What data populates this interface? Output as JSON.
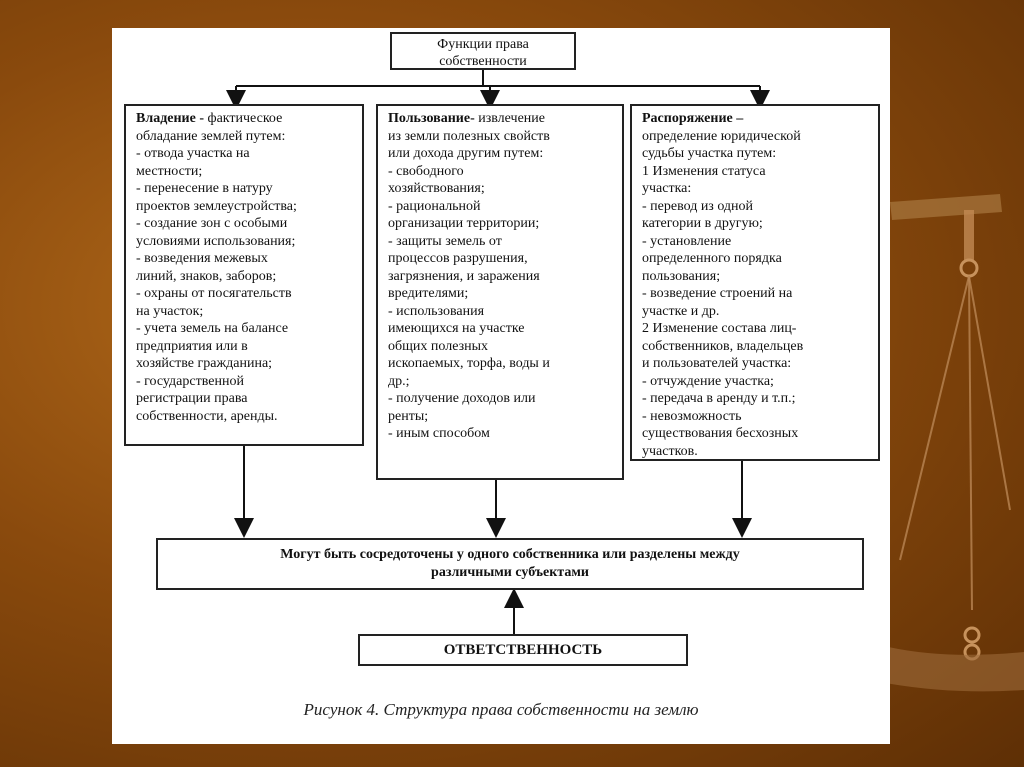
{
  "diagram": {
    "title": "Функции права собственности",
    "columns": [
      {
        "heading": "Владение -",
        "lines": [
          " фактическое",
          "обладание землей путем:",
          "- отвода участка на",
          "местности;",
          "- перенесение в натуру",
          "проектов землеустройства;",
          "- создание зон с особыми",
          "условиями использования;",
          "- возведения межевых",
          "линий, знаков, заборов;",
          "- охраны от посягательств",
          "на участок;",
          "- учета земель на балансе",
          "предприятия или в",
          "хозяйстве гражданина;",
          "- государственной",
          "регистрации права",
          "собственности, аренды."
        ]
      },
      {
        "heading": "Пользование-",
        "lines": [
          " извлечение",
          "из земли полезных свойств",
          "или дохода другим путем:",
          "- свободного",
          "хозяйствования;",
          "- рациональной",
          "организации территории;",
          "- защиты земель от",
          "процессов разрушения,",
          "загрязнения, и заражения",
          "вредителями;",
          "- использования",
          "имеющихся на участке",
          "общих полезных",
          "ископаемых, торфа, воды и",
          "др.;",
          "- получение доходов или",
          "ренты;",
          "- иным способом"
        ]
      },
      {
        "heading": "Распоряжение –",
        "lines": [
          "",
          "определение юридической",
          "судьбы участка путем:",
          "1 Изменения статуса",
          "участка:",
          "- перевод из одной",
          "категории в другую;",
          "- установление",
          "определенного порядка",
          "пользования;",
          "- возведение строений на",
          "участке и др.",
          "2 Изменение состава лиц-",
          "собственников, владельцев",
          "и пользователей участка:",
          "- отчуждение участка;",
          "- передача в аренду и т.п.;",
          "- невозможность",
          "существования бесхозных",
          "участков."
        ]
      }
    ],
    "merge_line1": "Могут быть сосредоточены у одного собственника или разделены между",
    "merge_line2": "различными субъектами",
    "responsibility": "ОТВЕТСТВЕННОСТЬ",
    "caption": "Рисунок 4. Структура права собственности на землю"
  }
}
